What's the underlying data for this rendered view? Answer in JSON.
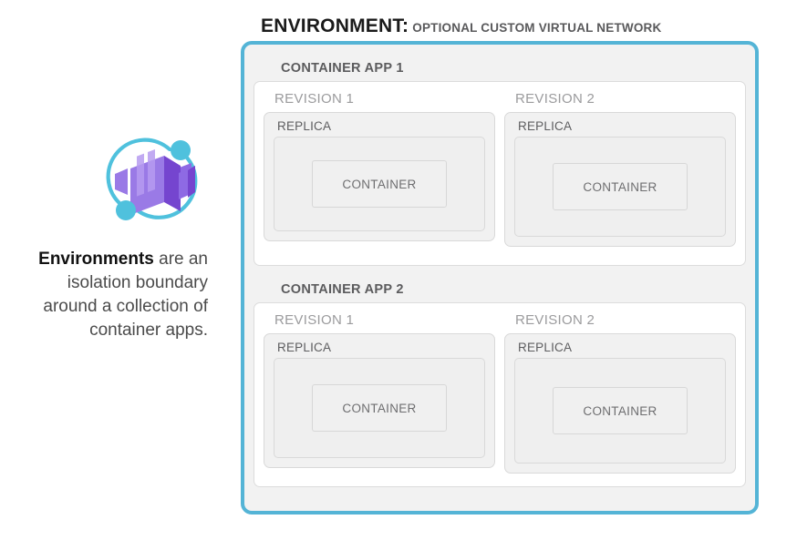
{
  "caption": {
    "strong": "Environments",
    "rest": " are an isolation boundary around a collection of container apps."
  },
  "logo": {
    "name": "azure-container-apps-logo",
    "colors": {
      "cube_light": "#9a7ae6",
      "cube_mid": "#8a63e0",
      "cube_dark": "#7545cf",
      "cube_face": "#a98ced",
      "accent_cyan": "#4fc1dd"
    }
  },
  "environment": {
    "title_main": "ENVIRONMENT:",
    "title_sub": "OPTIONAL CUSTOM VIRTUAL NETWORK",
    "border_color": "#54b4d6",
    "background": "#f2f2f2",
    "apps": [
      {
        "label": "CONTAINER APP 1",
        "revisions": [
          {
            "label": "REVISION 1",
            "replica_label": "REPLICA",
            "container_label": "CONTAINER"
          },
          {
            "label": "REVISION 2",
            "replica_label": "REPLICA",
            "container_label": "CONTAINER"
          }
        ]
      },
      {
        "label": "CONTAINER APP 2",
        "revisions": [
          {
            "label": "REVISION 1",
            "replica_label": "REPLICA",
            "container_label": "CONTAINER"
          },
          {
            "label": "REVISION 2",
            "replica_label": "REPLICA",
            "container_label": "CONTAINER"
          }
        ]
      }
    ]
  }
}
